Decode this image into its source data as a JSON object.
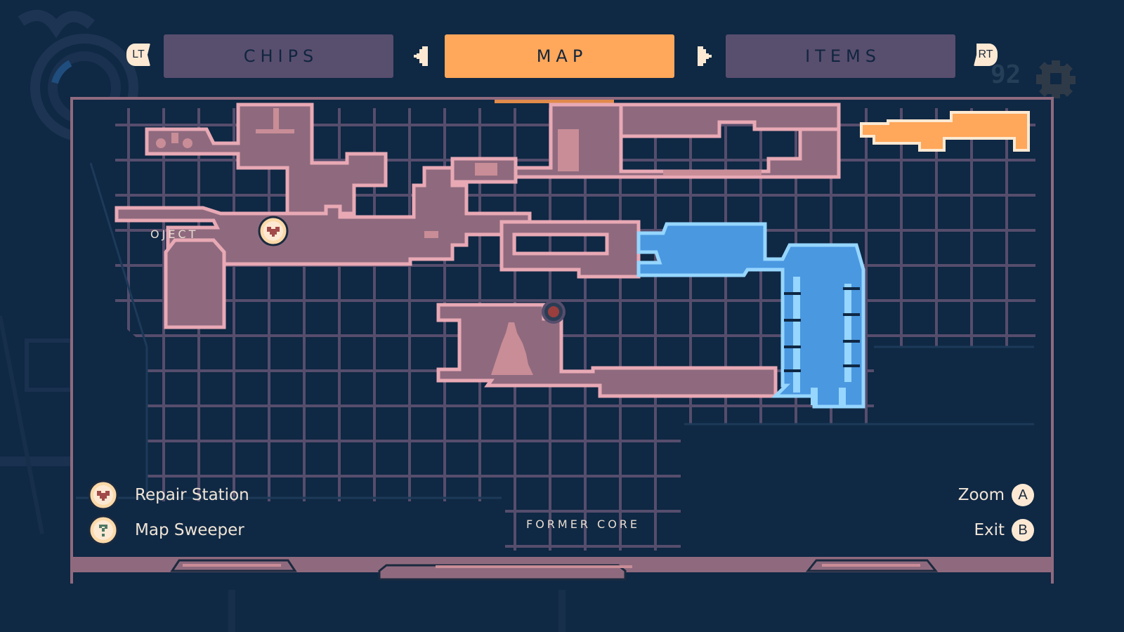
{
  "tabs": {
    "left_trigger": "LT",
    "right_trigger": "RT",
    "items": [
      {
        "label": "CHIPS",
        "active": false
      },
      {
        "label": "MAP",
        "active": true
      },
      {
        "label": "ITEMS",
        "active": false
      }
    ]
  },
  "hud": {
    "counter": "92",
    "counter_icon": "gear-icon"
  },
  "map": {
    "area_labels": {
      "project_partial": "OJECT",
      "former_core": "FORMER CORE"
    },
    "markers": [
      {
        "type": "repair-station",
        "icon": "heart-icon"
      },
      {
        "type": "current-location",
        "icon": "player-location-icon"
      }
    ]
  },
  "legend": [
    {
      "label": "Repair Station",
      "icon": "repair-station-icon"
    },
    {
      "label": "Map Sweeper",
      "icon": "map-sweeper-icon"
    }
  ],
  "controls": [
    {
      "label": "Zoom",
      "button": "A"
    },
    {
      "label": "Exit",
      "button": "B"
    }
  ],
  "colors": {
    "background": "#0f2844",
    "tab_inactive": "#584e6e",
    "tab_active": "#ffa75a",
    "room_fill": "#8f6a7e",
    "room_edge": "#e8a9b5",
    "grid": "#564d6c",
    "water": "#4a98e0",
    "water_edge": "#96d6ff",
    "highlight_room": "#ffa75a",
    "cream": "#fde9d3"
  }
}
